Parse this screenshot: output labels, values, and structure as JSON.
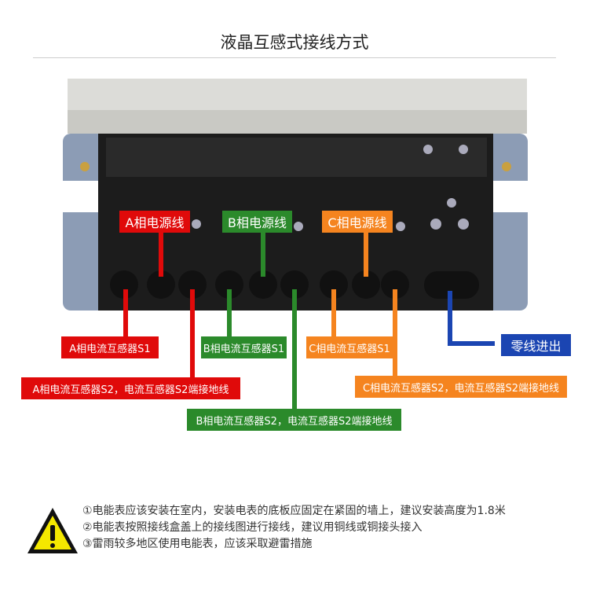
{
  "title": "液晶互感式接线方式",
  "colors": {
    "a": "#e00a0a",
    "b": "#2b8a2b",
    "c": "#f5841f",
    "n": "#1b45b2"
  },
  "phase_labels": {
    "a": "A相电源线",
    "b": "B相电源线",
    "c": "C相电源线"
  },
  "ct_labels": {
    "a_s1": "A相电流互感器S1",
    "b_s1": "B相电流互感器S1",
    "c_s1": "C相电流互感器S1",
    "a_s2": "A相电流互感器S2，电流互感器S2端接地线",
    "b_s2": "B相电流互感器S2，电流互感器S2端接地线",
    "c_s2": "C相电流互感器S2，电流互感器S2端接地线",
    "neutral": "零线进出"
  },
  "notes": [
    "①电能表应该安装在室内，安装电表的底板应固定在紧固的墙上，建议安装高度为1.8米",
    "②电能表按照接线盒盖上的接线图进行接线，建议用铜线或铜接头接入",
    "③雷雨较多地区使用电能表，应该采取避雷措施"
  ],
  "icons": {
    "warning": "warning-triangle-icon"
  }
}
